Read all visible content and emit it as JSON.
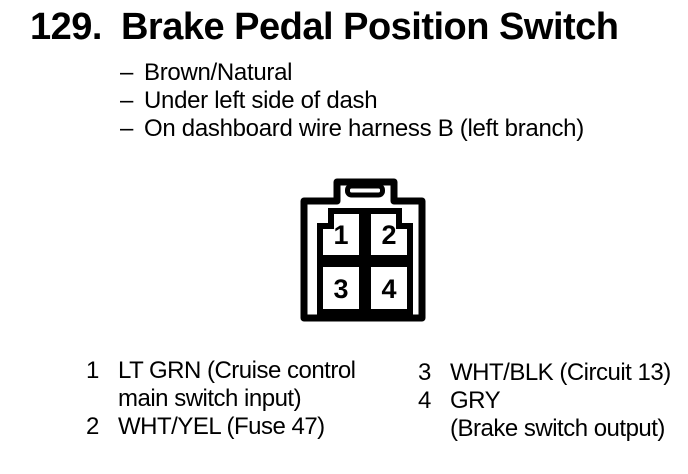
{
  "page": {
    "section_number": "129.",
    "title": "Brake Pedal Position Switch",
    "notes": [
      {
        "bullet": "–",
        "text": "Brown/Natural"
      },
      {
        "bullet": "–",
        "text": "Under left side of dash"
      },
      {
        "bullet": "–",
        "text": "On dashboard wire harness B (left branch)"
      }
    ],
    "connector": {
      "cavities": [
        "1",
        "2",
        "3",
        "4"
      ]
    },
    "pins": [
      {
        "number": "1",
        "lines": [
          "LT GRN (Cruise control",
          "main switch input)"
        ]
      },
      {
        "number": "2",
        "lines": [
          "WHT/YEL (Fuse 47)"
        ]
      },
      {
        "number": "3",
        "lines": [
          "WHT/BLK (Circuit 13)"
        ]
      },
      {
        "number": "4",
        "lines": [
          "GRY",
          "(Brake switch output)"
        ]
      }
    ],
    "colors": {
      "ink": "#000000",
      "paper": "#ffffff"
    }
  }
}
